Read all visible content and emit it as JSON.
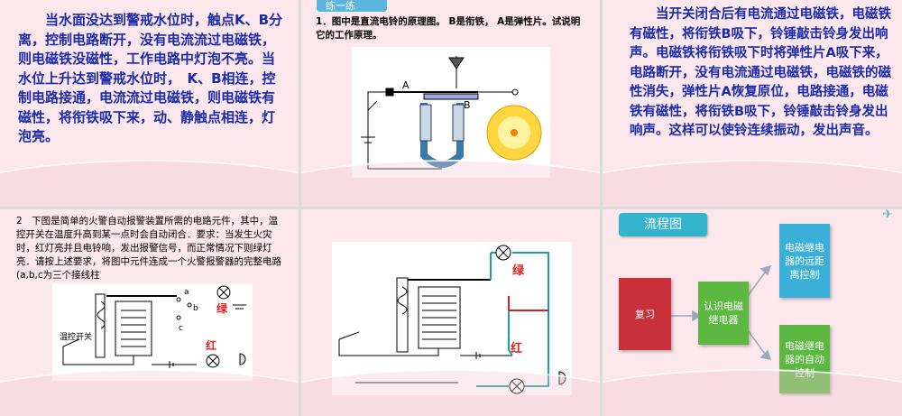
{
  "slide1": {
    "text": "　　当水面没达到警戒水位时，触点K、B分离，控制电路断开，没有电流流过电磁铁，则电磁铁没磁性，工作电路中灯泡不亮。当水位上升达到警戒水位时，　K、B相连，控制电路接通，电流流过电磁铁，则电磁铁有磁性，将衔铁吸下来，动、静触点相连，灯泡亮。"
  },
  "slide2": {
    "tag_label": "练一练",
    "question": "1．图中是直流电铃的原理图。 B是衔铁， A是弹性片。试说明它的工作原理。",
    "label_a": "A",
    "label_b": "B"
  },
  "slide3": {
    "text": "　　当开关闭合后有电流通过电磁铁，电磁铁有磁性，将衔铁B吸下，铃锤敲击铃身发出响声。电磁铁将衔铁吸下时将弹性片A吸下来，电路断开，没有电流通过电磁铁，电磁铁的磁性消失，弹性片A恢复原位，电路接通，电磁铁有磁性，将衔铁B吸下，铃锤敲击铃身发出响声。这样可以使铃连续振动，发出声音。"
  },
  "slide4": {
    "question": "2　下图是简单的火警自动报警装置所需的电路元件，其中，温控开关在温度升高到某一点时会自动闭合．要求：当发生火灾时，红灯亮并且电铃响，发出报警信号，而正常情况下则绿灯亮．请按上述要求，将图中元件连成一个火警报警器的完整电路(a,b,c为三个接线柱",
    "label_green": "绿",
    "label_red": "红",
    "label_switch": "温控开关",
    "label_a": "a",
    "label_b": "b",
    "label_c": "c"
  },
  "slide5": {
    "label_green": "绿",
    "label_red": "红"
  },
  "slide6": {
    "title": "流程图",
    "review": "复习",
    "understand": "认识电磁继电器",
    "distance": "电磁继电器的远距离控制",
    "auto": "电磁继电器的自动控制"
  },
  "colors": {
    "blue_text": "#1a2aa8",
    "red_box": "#c8303a",
    "green_box": "#5cb840",
    "blue_box": "#3ab0d8",
    "wire_green": "#17a39a",
    "wire_red": "#d42020"
  }
}
